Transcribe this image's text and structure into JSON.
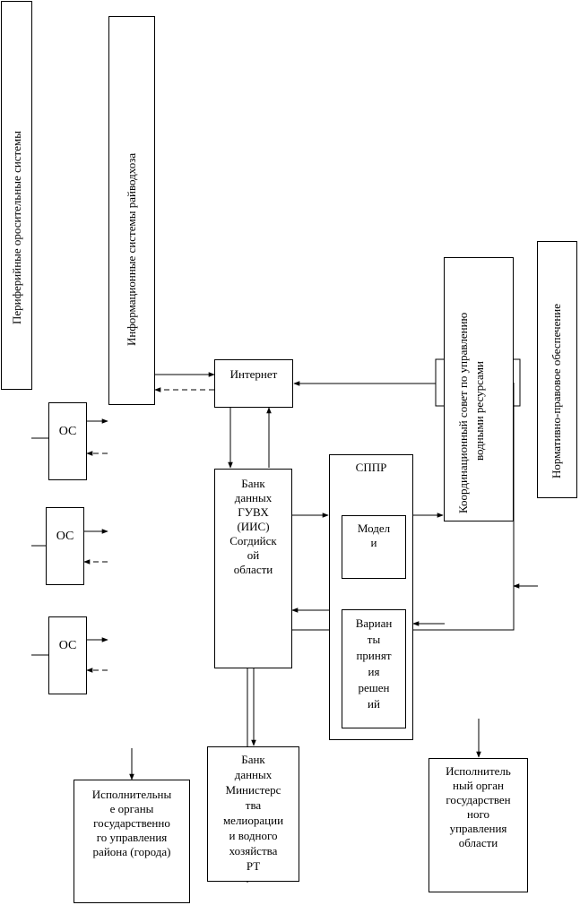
{
  "boxes": {
    "peripheral": "Периферийные оросительные системы",
    "district_info": "Информационные системы райводхоза",
    "internet": "Интернет",
    "os": [
      "ОС",
      "ОС",
      "ОС"
    ],
    "bank_guvh": [
      "Банк",
      "данных",
      "ГУВХ",
      "(ИИС)",
      "Согдийск",
      "ой",
      "области"
    ],
    "sppr": "СППР",
    "models": [
      "Модел",
      "и"
    ],
    "variants": [
      "Вариан",
      "ты",
      "принят",
      "ия",
      "решен",
      "ий"
    ],
    "council": [
      "Координационный совет по управлению",
      "водными ресурсами"
    ],
    "normative": "Нормативно-правовое обеспечение",
    "district_exec": [
      "Исполнительны",
      "е органы",
      "государственно",
      "го управления",
      "района (города)"
    ],
    "ministry_bank": [
      "Банк",
      "данных",
      "Министерс",
      "тва",
      "мелиорации",
      "и водного",
      "хозяйства",
      "РТ"
    ],
    "region_exec": [
      "Исполнитель",
      "ный орган",
      "государствен",
      "ного",
      "управления",
      "области"
    ]
  }
}
